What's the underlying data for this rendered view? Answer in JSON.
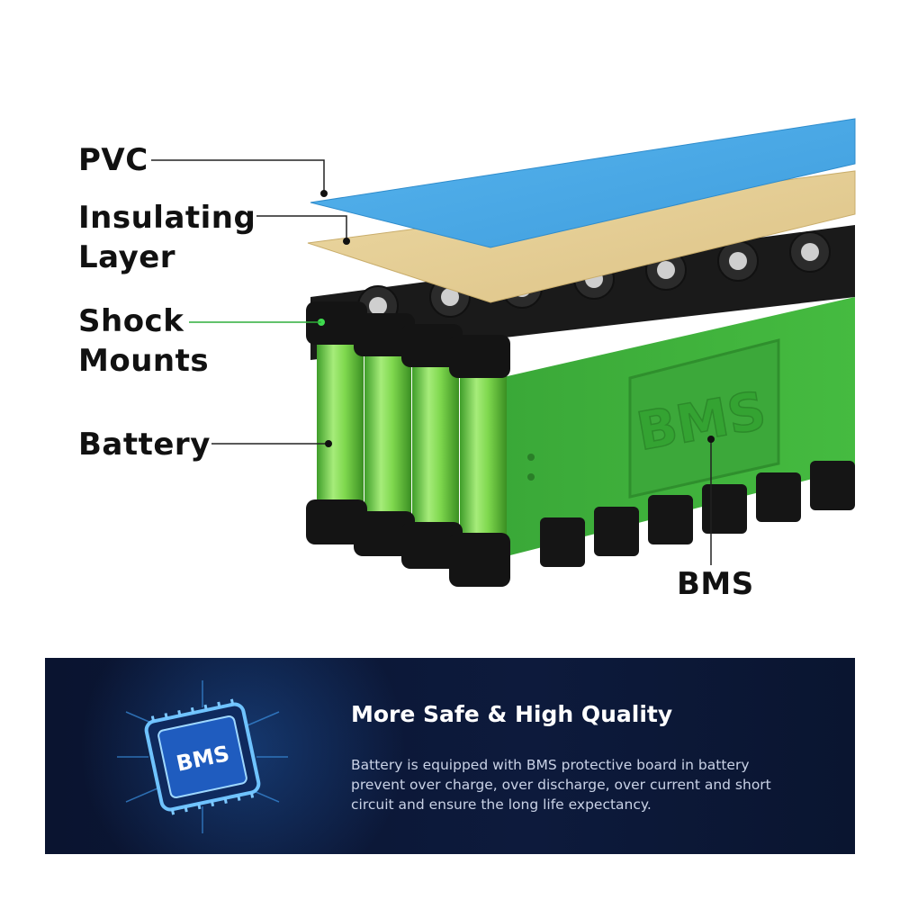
{
  "labels": {
    "pvc": "PVC",
    "insulating_line1": "Insulating",
    "insulating_line2": "Layer",
    "shock_line1": "Shock",
    "shock_line2": "Mounts",
    "battery": "Battery",
    "bms": "BMS"
  },
  "pack": {
    "embossed_text": "BMS"
  },
  "banner": {
    "chip_text": "BMS",
    "title": "More Safe & High Quality",
    "text": "Battery is equipped with BMS protective board in battery prevent over charge, over discharge, over current and short circuit and ensure the long life expectancy."
  },
  "colors": {
    "pvc": "#4aa8e6",
    "insulating": "#e6cf95",
    "cell_green": "#7fd84e",
    "bms_board": "#3fb43c",
    "holder": "#141414",
    "banner_bg": "#0c1836"
  }
}
